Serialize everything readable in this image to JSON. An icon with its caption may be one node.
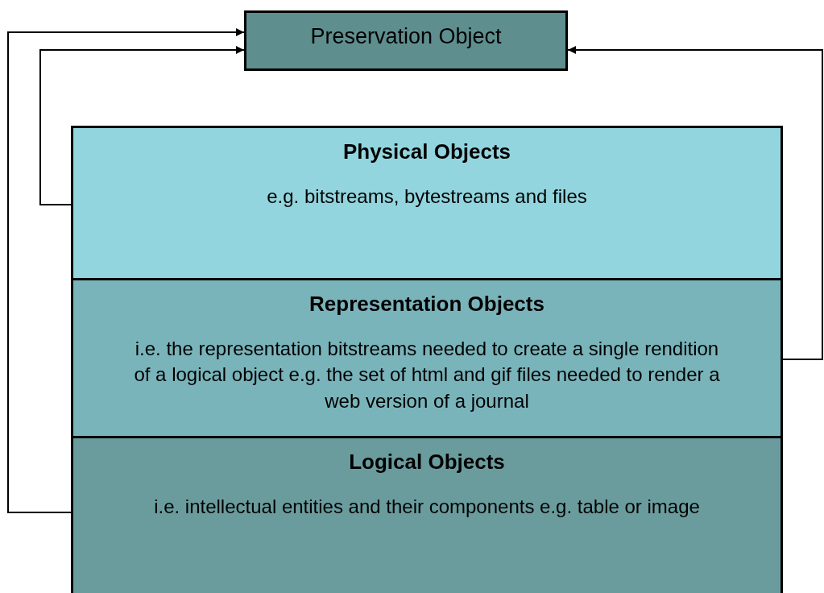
{
  "diagram": {
    "nodes": [
      {
        "text": [
          "Preservation Object"
        ]
      },
      {
        "text": [
          "Physical Objects",
          "e.g. bitstreams, bytestreams and files"
        ]
      },
      {
        "text": [
          "Representation Objects",
          "i.e. the representation bitstreams needed to create a single rendition of a logical object e.g. the set of html and gif files needed to render a web version of a journal"
        ]
      },
      {
        "text": [
          "Logical Objects",
          "i.e. intellectual entities and their components e.g. table or image"
        ]
      }
    ],
    "edges": [
      {
        "from": 1,
        "to": 0,
        "arrow": "to"
      },
      {
        "from": 3,
        "to": 0,
        "arrow": "to"
      },
      {
        "from": 2,
        "to": 0,
        "arrow": "to"
      }
    ]
  }
}
